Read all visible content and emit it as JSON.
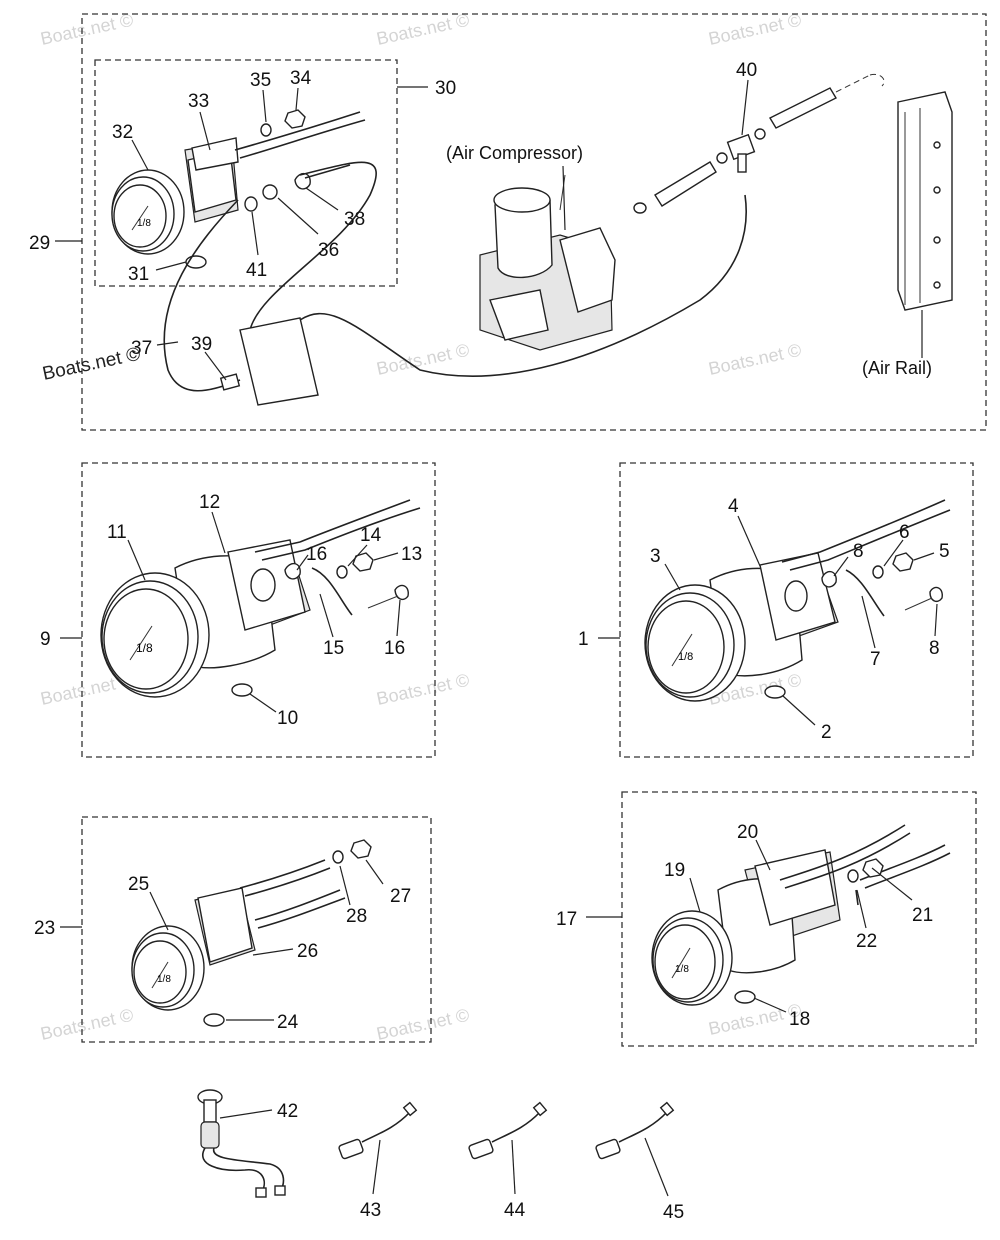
{
  "watermarks": [
    "Boats.net ©",
    "Boats.net ©",
    "Boats.net ©",
    "Boats.net ©",
    "Boats.net ©",
    "Boats.net ©",
    "Boats.net ©",
    "Boats.net ©",
    "Boats.net ©",
    "Boats.net ©",
    "Boats.net ©"
  ],
  "watermark_dark": "Boats.net ©",
  "captions": {
    "air_compressor": "(Air Compressor)",
    "air_rail": "(Air Rail)"
  },
  "callouts": {
    "c1": "1",
    "c2": "2",
    "c3": "3",
    "c4": "4",
    "c5": "5",
    "c6": "6",
    "c7": "7",
    "c8a": "8",
    "c8b": "8",
    "c9": "9",
    "c10": "10",
    "c11": "11",
    "c12": "12",
    "c13": "13",
    "c14": "14",
    "c15": "15",
    "c16a": "16",
    "c16b": "16",
    "c17": "17",
    "c18": "18",
    "c19": "19",
    "c20": "20",
    "c21": "21",
    "c22": "22",
    "c23": "23",
    "c24": "24",
    "c25": "25",
    "c26": "26",
    "c27": "27",
    "c28": "28",
    "c29": "29",
    "c30": "30",
    "c31": "31",
    "c32": "32",
    "c33": "33",
    "c34": "34",
    "c35": "35",
    "c36": "36",
    "c37": "37",
    "c38": "38",
    "c39": "39",
    "c40": "40",
    "c41": "41",
    "c42": "42",
    "c43": "43",
    "c44": "44",
    "c45": "45"
  }
}
